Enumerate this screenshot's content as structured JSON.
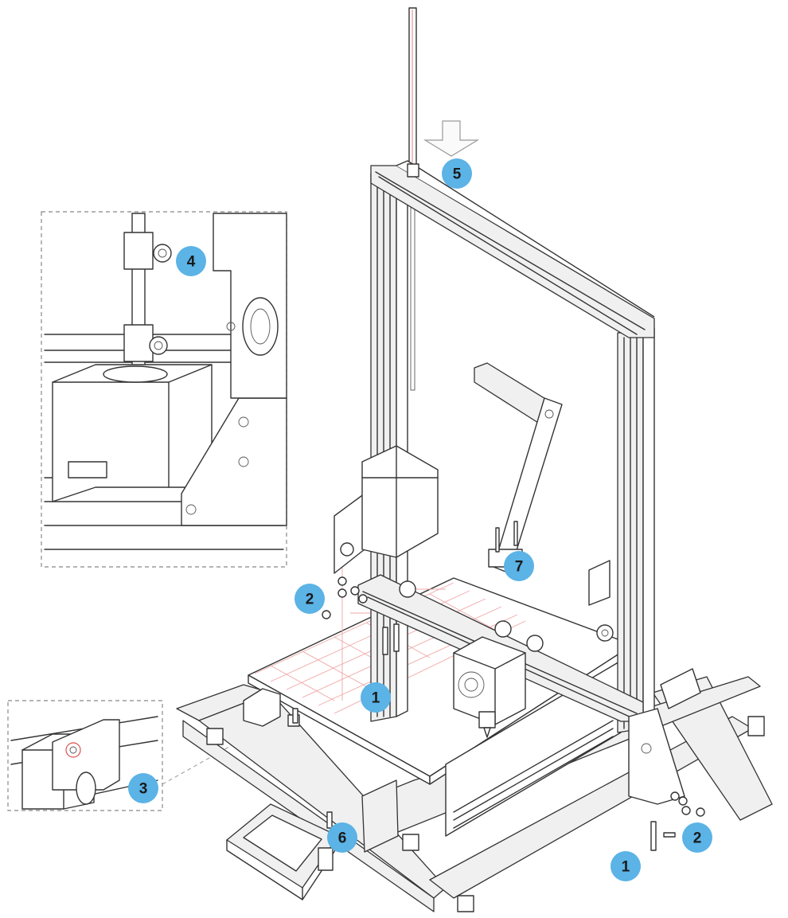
{
  "colors": {
    "callout_fill": "#5bb3e6",
    "callout_text": "#1a1a1a",
    "line": "#333333",
    "highlight": "#e05050"
  },
  "callouts": {
    "c1_bed": "1",
    "c1_base": "1",
    "c2_left": "2",
    "c2_right": "2",
    "c3": "3",
    "c4": "4",
    "c5": "5",
    "c6": "6",
    "c7": "7"
  }
}
